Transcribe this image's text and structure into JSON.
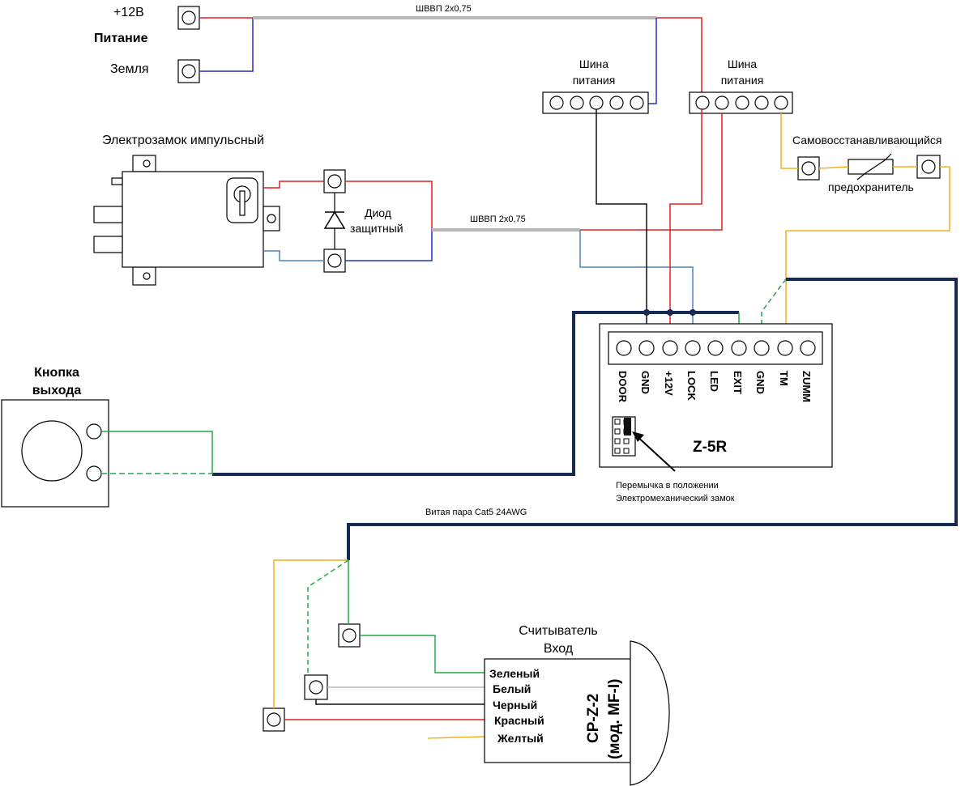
{
  "power": {
    "plus12_label": "+12В",
    "title": "Питание",
    "ground_label": "Земля"
  },
  "cable_top_label": "ШВВП 2х0,75",
  "bus_left_label": [
    "Шина",
    "питания"
  ],
  "bus_right_label": [
    "Шина",
    "питания"
  ],
  "lock_title": "Электрозамок импульсный",
  "diode_label": [
    "Диод",
    "защитный"
  ],
  "cable_mid_label": "ШВВП 2х0,75",
  "fuse_label_top": "Самовосстанавливающийся",
  "fuse_label_bottom": "предохранитель",
  "button_title": [
    "Кнопка",
    "выхода"
  ],
  "controller": {
    "name": "Z-5R",
    "terminals": [
      "DOOR",
      "GND",
      "+12V",
      "LOCK",
      "LED",
      "EXIT",
      "GND",
      "TM",
      "ZUMM"
    ]
  },
  "jumper_note": [
    "Перемычка в положении",
    "Электромеханический замок"
  ],
  "twisted_pair_label": "Витая пара Cat5 24AWG",
  "reader": {
    "title": [
      "Считыватель",
      "Вход"
    ],
    "model_line1": "СР-Z-2",
    "model_line2": "(мод. MF-I)",
    "wires": [
      "Зеленый",
      "Белый",
      "Черный",
      "Красный",
      "Желтый"
    ]
  },
  "colors": {
    "red": "#e0201c",
    "blue": "#2030c0",
    "lightblue": "#4a84c4",
    "black": "#111111",
    "grey": "#b8b8b8",
    "green": "#22a84a",
    "yellow": "#f2b21c",
    "navy": "#142a52"
  }
}
